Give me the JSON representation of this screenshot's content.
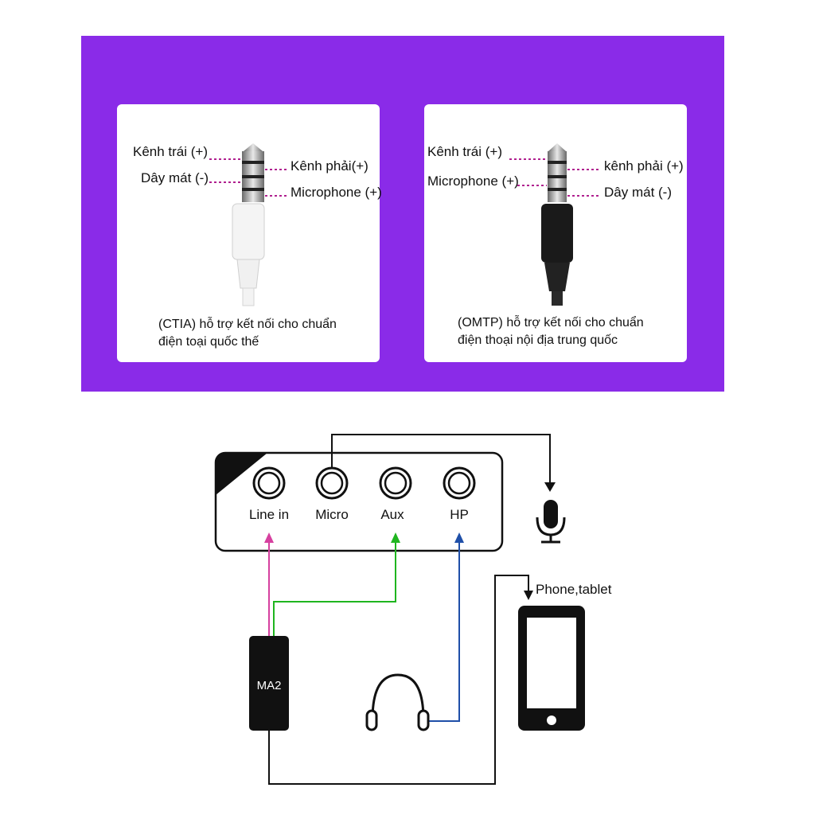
{
  "ctia": {
    "left_label_1": "Kênh trái (+)",
    "left_label_2": "Dây mát (-)",
    "right_label_1": "Kênh phải(+)",
    "right_label_2": "Microphone (+)",
    "caption_line_1": "(CTIA) hỗ trợ kết nối cho chuẩn",
    "caption_line_2": "điện toại quốc thế",
    "plug_color": "#f2f2f2"
  },
  "omtp": {
    "left_label_1": "Kênh trái (+)",
    "left_label_2": "Microphone (+)",
    "right_label_1": "kênh phải (+)",
    "right_label_2": "Dây mát (-)",
    "caption_line_1": "(OMTP) hỗ trợ kết nối cho chuẩn",
    "caption_line_2": "điện thoại nội địa trung quốc",
    "plug_color": "#1a1a1a"
  },
  "diagram": {
    "ports": [
      "Line in",
      "Micro",
      "Aux",
      "HP"
    ],
    "device_label": "MA2",
    "phone_label": "Phone,tablet",
    "icons": [
      "microphone-icon",
      "headphones-icon",
      "phone-icon"
    ],
    "wire_colors": {
      "line_in": "#d6409f",
      "aux": "#1fb51f",
      "hp": "#1f4fa8",
      "default": "#111111"
    },
    "banner_color": "#8a2be8"
  }
}
